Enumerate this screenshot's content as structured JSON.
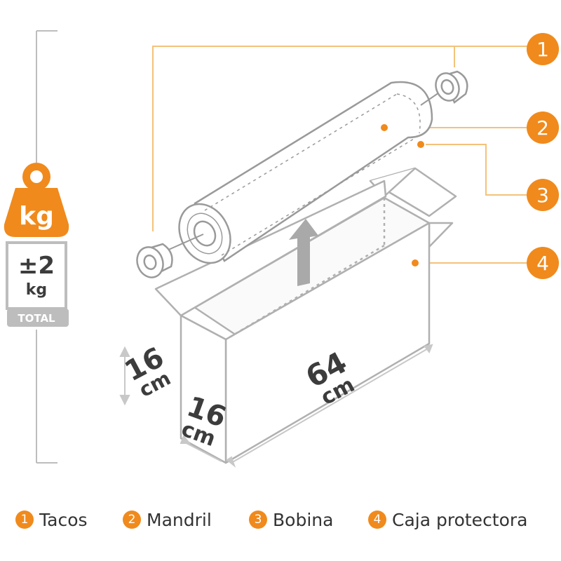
{
  "colors": {
    "accent": "#f08a1c",
    "line": "#8a8a8a",
    "light_line": "#c8c8c8",
    "callout_line": "#f4c27a",
    "weight_gray": "#bdbdbd",
    "text": "#333333"
  },
  "weight_badge": {
    "icon": "weight-kg-icon",
    "unit_label": "kg",
    "value": "±2",
    "value_unit": "kg",
    "total_label": "TOTAL"
  },
  "dimensions": {
    "height": {
      "value": "16",
      "unit": "cm"
    },
    "depth": {
      "value": "16",
      "unit": "cm"
    },
    "length": {
      "value": "64",
      "unit": "cm"
    }
  },
  "callouts": [
    {
      "number": "1"
    },
    {
      "number": "2"
    },
    {
      "number": "3"
    },
    {
      "number": "4"
    }
  ],
  "legend": [
    {
      "number": "1",
      "label": "Tacos"
    },
    {
      "number": "2",
      "label": "Mandril"
    },
    {
      "number": "3",
      "label": "Bobina"
    },
    {
      "number": "4",
      "label": "Caja protectora"
    }
  ]
}
